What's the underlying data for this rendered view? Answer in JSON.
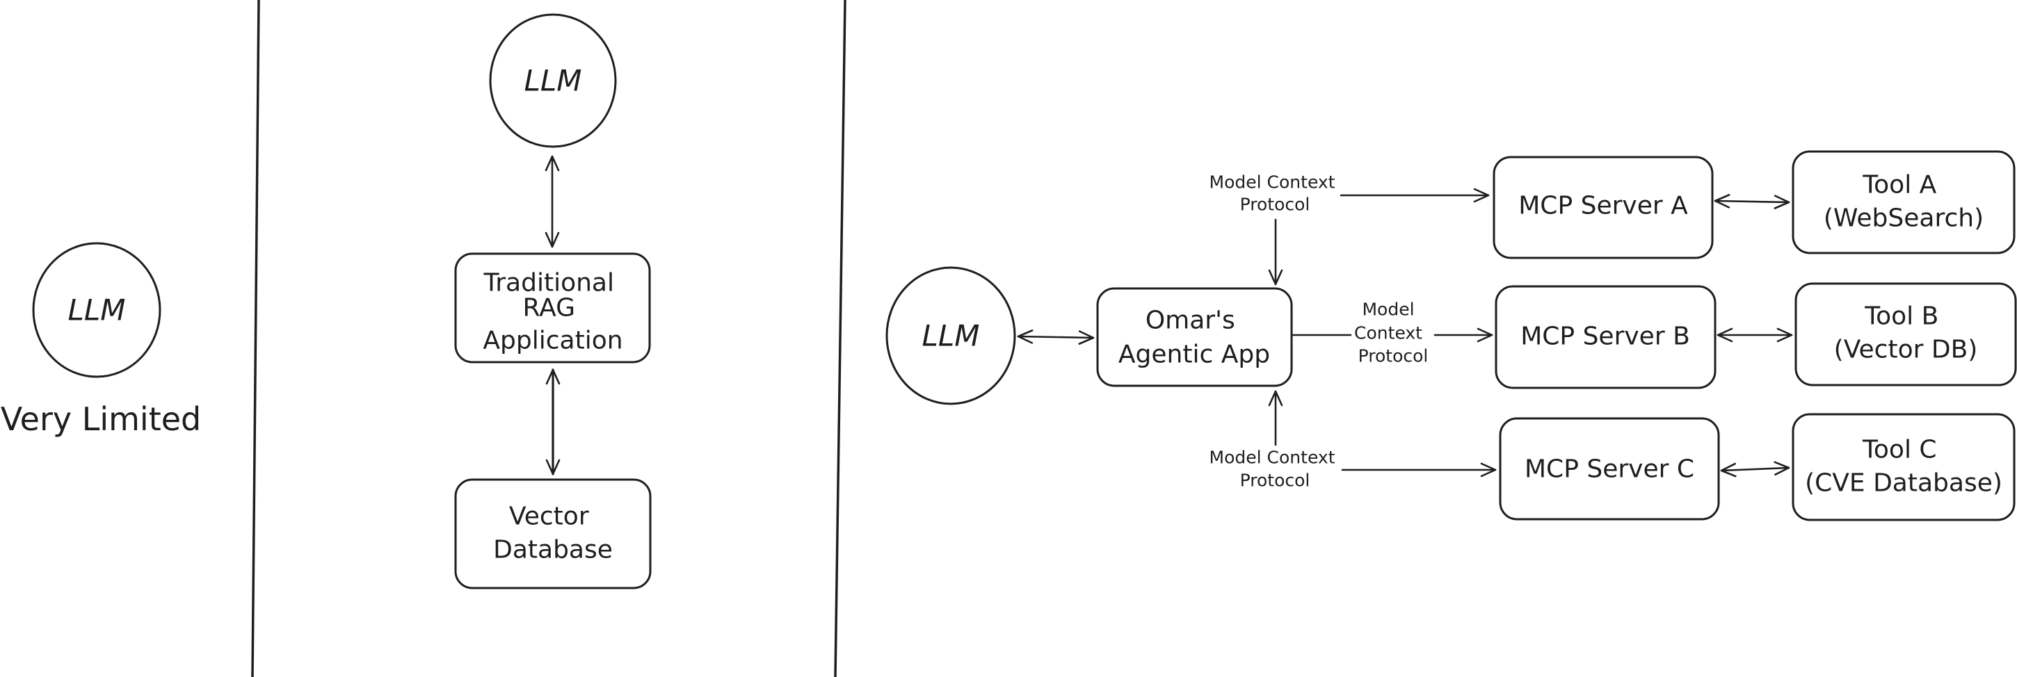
{
  "panels": {
    "basic": {
      "llm": "LLM",
      "caption": "Very Limited"
    },
    "rag": {
      "llm": "LLM",
      "app": [
        "Traditional",
        "RAG",
        "Application"
      ],
      "db": [
        "Vector",
        "Database"
      ]
    },
    "mcp": {
      "llm": "LLM",
      "app": [
        "Omar's",
        "Agentic App"
      ],
      "protocol_top": [
        "Model Context",
        "Protocol"
      ],
      "protocol_mid": [
        "Model",
        "Context",
        "Protocol"
      ],
      "protocol_bottom": [
        "Model Context",
        "Protocol"
      ],
      "servers": [
        "MCP Server A",
        "MCP Server B",
        "MCP Server C"
      ],
      "tools": [
        [
          "Tool A",
          "(WebSearch)"
        ],
        [
          "Tool B",
          "(Vector DB)"
        ],
        [
          "Tool C",
          "(CVE Database)"
        ]
      ]
    }
  },
  "colors": {
    "stroke": "#1e1e1e",
    "background": "#ffffff"
  }
}
